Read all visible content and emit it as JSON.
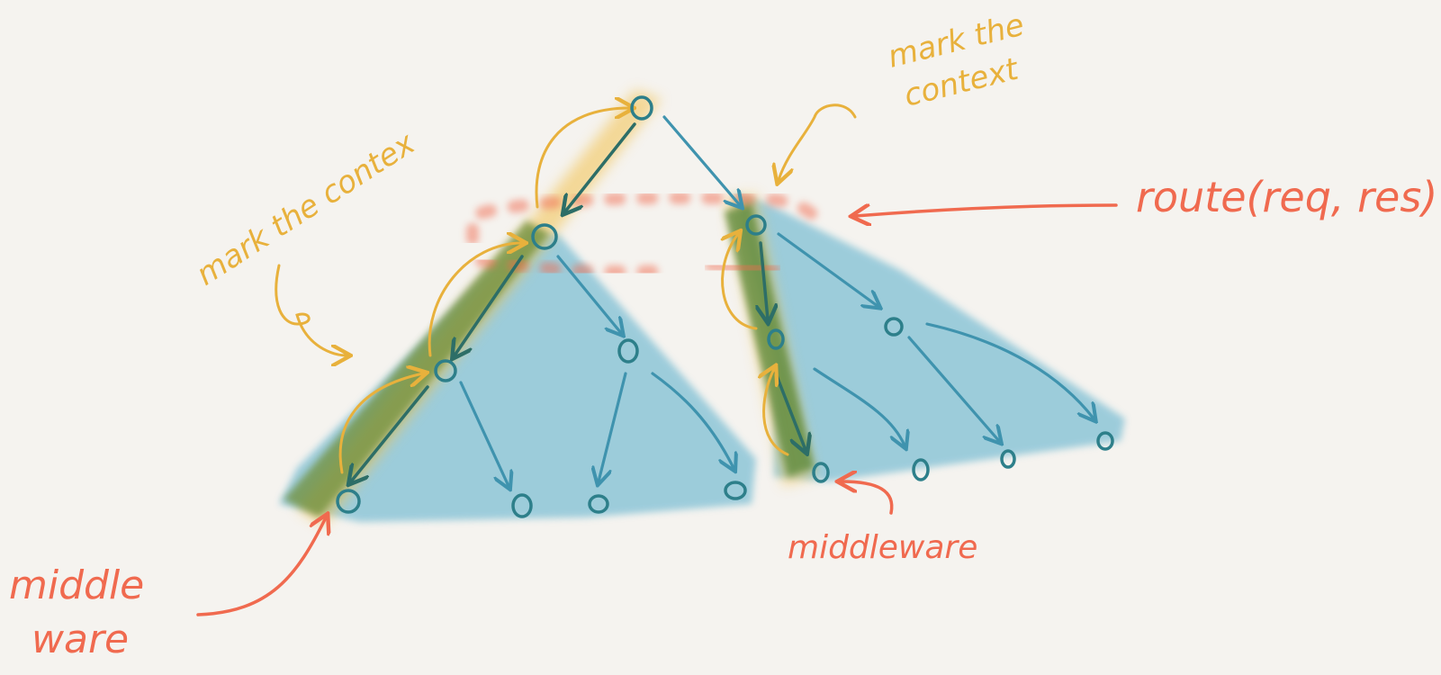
{
  "labels": {
    "mark_context_left": "mark the contex",
    "mark_context_right_line1": "mark the",
    "mark_context_right_line2": "context",
    "route_call": "route(req, res)",
    "middleware_left_line1": "middle",
    "middleware_left_line2": "ware",
    "middleware_right": "middleware"
  },
  "colors": {
    "background": "#f5f3ef",
    "subtree_fill": "#7fbfd4",
    "middleware_path": "#6f8f3a",
    "context_highlight": "#f2c14e",
    "annotation_orange": "#e8b13c",
    "annotation_red": "#f06a4f",
    "node_stroke": "#2d7f8a"
  }
}
